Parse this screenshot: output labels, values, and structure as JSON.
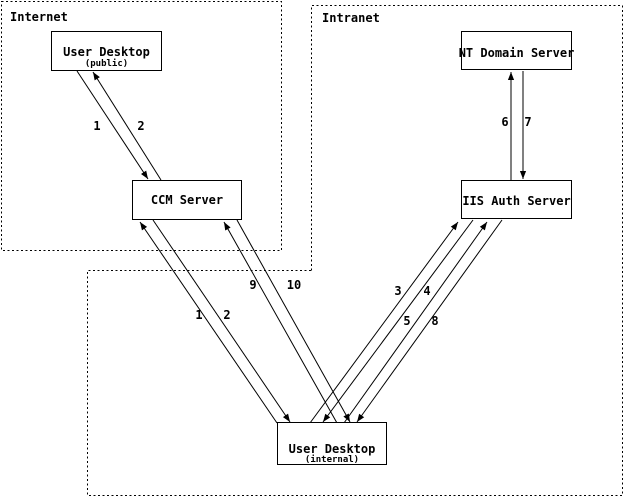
{
  "diagram": {
    "colors": {
      "line": "#000000",
      "background": "#ffffff"
    },
    "zones": [
      {
        "id": "internet",
        "label": "Internet"
      },
      {
        "id": "intranet",
        "label": "Intranet"
      }
    ],
    "nodes": [
      {
        "id": "user-desktop-public",
        "title": "User Desktop",
        "subtitle": "(public)",
        "zone": "internet"
      },
      {
        "id": "ccm-server",
        "title": "CCM Server",
        "zone": "internet"
      },
      {
        "id": "nt-domain-server",
        "title": "NT Domain Server",
        "zone": "intranet"
      },
      {
        "id": "iis-auth-server",
        "title": "IIS Auth Server",
        "zone": "intranet"
      },
      {
        "id": "user-desktop-internal",
        "title": "User Desktop",
        "subtitle": "(internal)",
        "zone": "intranet"
      }
    ],
    "edges": [
      {
        "label": "1",
        "from": "user-desktop-public",
        "to": "ccm-server"
      },
      {
        "label": "2",
        "from": "ccm-server",
        "to": "user-desktop-public"
      },
      {
        "label": "1",
        "from": "user-desktop-internal",
        "to": "ccm-server"
      },
      {
        "label": "2",
        "from": "ccm-server",
        "to": "user-desktop-internal"
      },
      {
        "label": "9",
        "from": "user-desktop-internal",
        "to": "ccm-server"
      },
      {
        "label": "10",
        "from": "ccm-server",
        "to": "user-desktop-internal"
      },
      {
        "label": "3",
        "from": "user-desktop-internal",
        "to": "iis-auth-server"
      },
      {
        "label": "4",
        "from": "iis-auth-server",
        "to": "user-desktop-internal"
      },
      {
        "label": "5",
        "from": "user-desktop-internal",
        "to": "iis-auth-server"
      },
      {
        "label": "8",
        "from": "iis-auth-server",
        "to": "user-desktop-internal"
      },
      {
        "label": "6",
        "from": "iis-auth-server",
        "to": "nt-domain-server"
      },
      {
        "label": "7",
        "from": "nt-domain-server",
        "to": "iis-auth-server"
      }
    ]
  }
}
